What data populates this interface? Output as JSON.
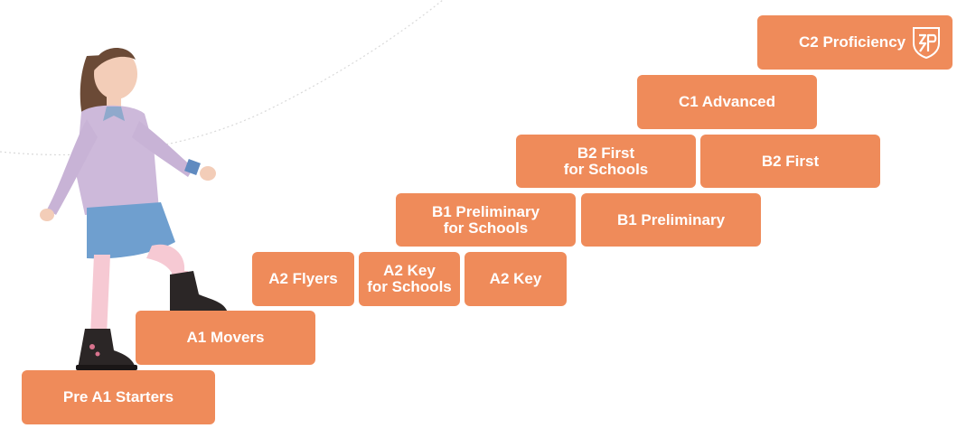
{
  "diagram": {
    "steps": [
      {
        "id": "pre-a1-starters",
        "label": "Pre A1 Starters"
      },
      {
        "id": "a1-movers",
        "label": "A1 Movers"
      },
      {
        "id": "a2-flyers",
        "label": "A2 Flyers"
      },
      {
        "id": "a2-key-for-schools",
        "label": "A2 Key\nfor Schools"
      },
      {
        "id": "a2-key",
        "label": "A2 Key"
      },
      {
        "id": "b1-preliminary-for-schools",
        "label": "B1 Preliminary\nfor Schools"
      },
      {
        "id": "b1-preliminary",
        "label": "B1 Preliminary"
      },
      {
        "id": "b2-first-for-schools",
        "label": "B2 First\nfor Schools"
      },
      {
        "id": "b2-first",
        "label": "B2 First"
      },
      {
        "id": "c1-advanced",
        "label": "C1 Advanced"
      },
      {
        "id": "c2-proficiency",
        "label": "C2 Proficiency"
      }
    ],
    "badge_icon": "shield-logo-icon",
    "step_color": "#ef8b5a",
    "text_color": "#ffffff"
  }
}
